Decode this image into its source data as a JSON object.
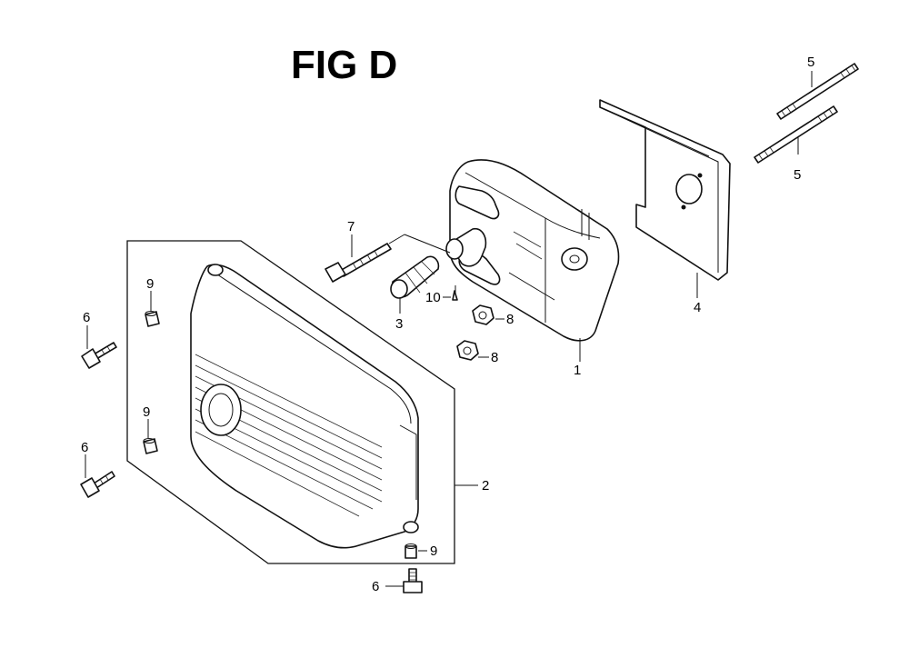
{
  "figure": {
    "title": "FIG D"
  },
  "callouts": {
    "c1": "1",
    "c2": "2",
    "c3": "3",
    "c4": "4",
    "c5a": "5",
    "c5b": "5",
    "c6a": "6",
    "c6b": "6",
    "c6c": "6",
    "c7": "7",
    "c8a": "8",
    "c8b": "8",
    "c9a": "9",
    "c9b": "9",
    "c9c": "9",
    "c10": "10"
  }
}
